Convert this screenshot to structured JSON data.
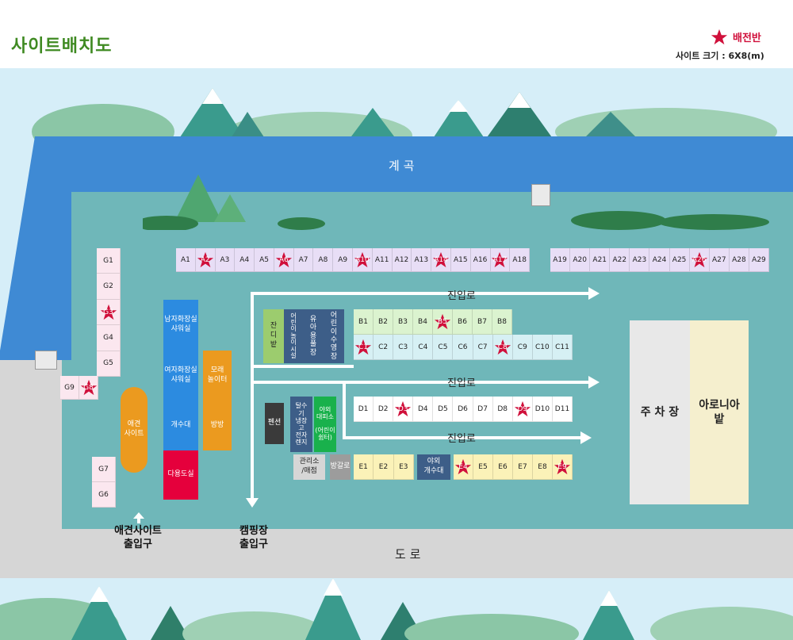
{
  "header": {
    "title": "사이트배치도",
    "legend_label": "배전반",
    "size_info": "사이트 크기 : 6X8(m)"
  },
  "colors": {
    "sky": "#d6eef8",
    "stream": "#3f8ad4",
    "ground": "#6fb7b9",
    "road": "#d6d6d6",
    "site_a": "#e8def6",
    "site_b": "#dbf3cf",
    "site_c": "#d6f0f4",
    "site_d": "#ffffff",
    "site_e": "#fbf2b8",
    "site_g": "#fbe7ef",
    "star": "#d0103b",
    "accent_green": "#3f8a22"
  },
  "map": {
    "stream_label": "계 곡",
    "road_label": "도 로",
    "entrance_labels": [
      "진입로",
      "진입로",
      "진입로"
    ],
    "parking_label": "주 차 장",
    "field_label": "아로니아\n밭",
    "pet_entrance": "애견사이트\n출입구",
    "camp_entrance": "캠핑장\n출입구"
  },
  "sites": {
    "a_row1": [
      {
        "id": "A1",
        "star": false
      },
      {
        "id": "A2",
        "star": true
      },
      {
        "id": "A3",
        "star": false
      },
      {
        "id": "A4",
        "star": false
      },
      {
        "id": "A5",
        "star": false
      },
      {
        "id": "A6",
        "star": true
      },
      {
        "id": "A7",
        "star": false
      },
      {
        "id": "A8",
        "star": false
      },
      {
        "id": "A9",
        "star": false
      },
      {
        "id": "A10",
        "star": true
      },
      {
        "id": "A11",
        "star": false
      },
      {
        "id": "A12",
        "star": false
      },
      {
        "id": "A13",
        "star": false
      },
      {
        "id": "A14",
        "star": true
      },
      {
        "id": "A15",
        "star": false
      },
      {
        "id": "A16",
        "star": false
      },
      {
        "id": "A17",
        "star": true
      },
      {
        "id": "A18",
        "star": false
      }
    ],
    "a_row2": [
      {
        "id": "A19",
        "star": false
      },
      {
        "id": "A20",
        "star": false
      },
      {
        "id": "A21",
        "star": false
      },
      {
        "id": "A22",
        "star": false
      },
      {
        "id": "A23",
        "star": false
      },
      {
        "id": "A24",
        "star": false
      },
      {
        "id": "A25",
        "star": false
      },
      {
        "id": "A26",
        "star": true
      },
      {
        "id": "A27",
        "star": false
      },
      {
        "id": "A28",
        "star": false
      },
      {
        "id": "A29",
        "star": false
      }
    ],
    "b_row": [
      {
        "id": "B1",
        "star": false
      },
      {
        "id": "B2",
        "star": false
      },
      {
        "id": "B3",
        "star": false
      },
      {
        "id": "B4",
        "star": false
      },
      {
        "id": "B5",
        "star": true
      },
      {
        "id": "B6",
        "star": false
      },
      {
        "id": "B7",
        "star": false
      },
      {
        "id": "B8",
        "star": false
      }
    ],
    "c_row": [
      {
        "id": "C1",
        "star": true
      },
      {
        "id": "C2",
        "star": false
      },
      {
        "id": "C3",
        "star": false
      },
      {
        "id": "C4",
        "star": false
      },
      {
        "id": "C5",
        "star": false
      },
      {
        "id": "C6",
        "star": false
      },
      {
        "id": "C7",
        "star": false
      },
      {
        "id": "C8",
        "star": true
      },
      {
        "id": "C9",
        "star": false
      },
      {
        "id": "C10",
        "star": false
      },
      {
        "id": "C11",
        "star": false
      }
    ],
    "d_row": [
      {
        "id": "D1",
        "star": false
      },
      {
        "id": "D2",
        "star": false
      },
      {
        "id": "D3",
        "star": true
      },
      {
        "id": "D4",
        "star": false
      },
      {
        "id": "D5",
        "star": false
      },
      {
        "id": "D6",
        "star": false
      },
      {
        "id": "D7",
        "star": false
      },
      {
        "id": "D8",
        "star": false
      },
      {
        "id": "D9",
        "star": true
      },
      {
        "id": "D10",
        "star": false
      },
      {
        "id": "D11",
        "star": false
      }
    ],
    "e_row1": [
      {
        "id": "E1",
        "star": false
      },
      {
        "id": "E2",
        "star": false
      },
      {
        "id": "E3",
        "star": false
      }
    ],
    "e_row2": [
      {
        "id": "E4",
        "star": true
      },
      {
        "id": "E5",
        "star": false
      },
      {
        "id": "E6",
        "star": false
      },
      {
        "id": "E7",
        "star": false
      },
      {
        "id": "E8",
        "star": false
      },
      {
        "id": "E9",
        "star": true
      }
    ],
    "g_col": [
      {
        "id": "G1",
        "star": false
      },
      {
        "id": "G2",
        "star": false
      },
      {
        "id": "G3",
        "star": true
      },
      {
        "id": "G4",
        "star": false
      },
      {
        "id": "G5",
        "star": false
      }
    ],
    "g_row": [
      {
        "id": "G9",
        "star": false
      },
      {
        "id": "G8",
        "star": true
      }
    ],
    "g_col2": [
      {
        "id": "G7",
        "star": false
      },
      {
        "id": "G6",
        "star": false
      }
    ]
  },
  "facilities": {
    "men_shower": "남자화장실\n샤워실",
    "women_shower": "여자화장실\n샤워실",
    "sink": "개수대",
    "multi_toilet": "다용도실",
    "sand_play": "모래\n놀이터",
    "trampoline": "방방",
    "pet_site": "애견\n사이트",
    "lawn": "잔\n디\n밭",
    "kids_play": "어\n린\n이\n놀\n이\n시\n설",
    "toddler_play": "유\n아\n용\n풀\n장",
    "kids_pool": "어\n린\n이\n수\n영\n장",
    "pension": "펜션",
    "appliance": "탈수\n기\n냉장\n고\n전자\n렌지",
    "outdoor_kitchen": "야외\n대피소\n\n(어린이\n쉼터)",
    "office": "관리소\n/매점",
    "bungalow": "방갈로",
    "outdoor_sink": "야외\n개수대"
  }
}
